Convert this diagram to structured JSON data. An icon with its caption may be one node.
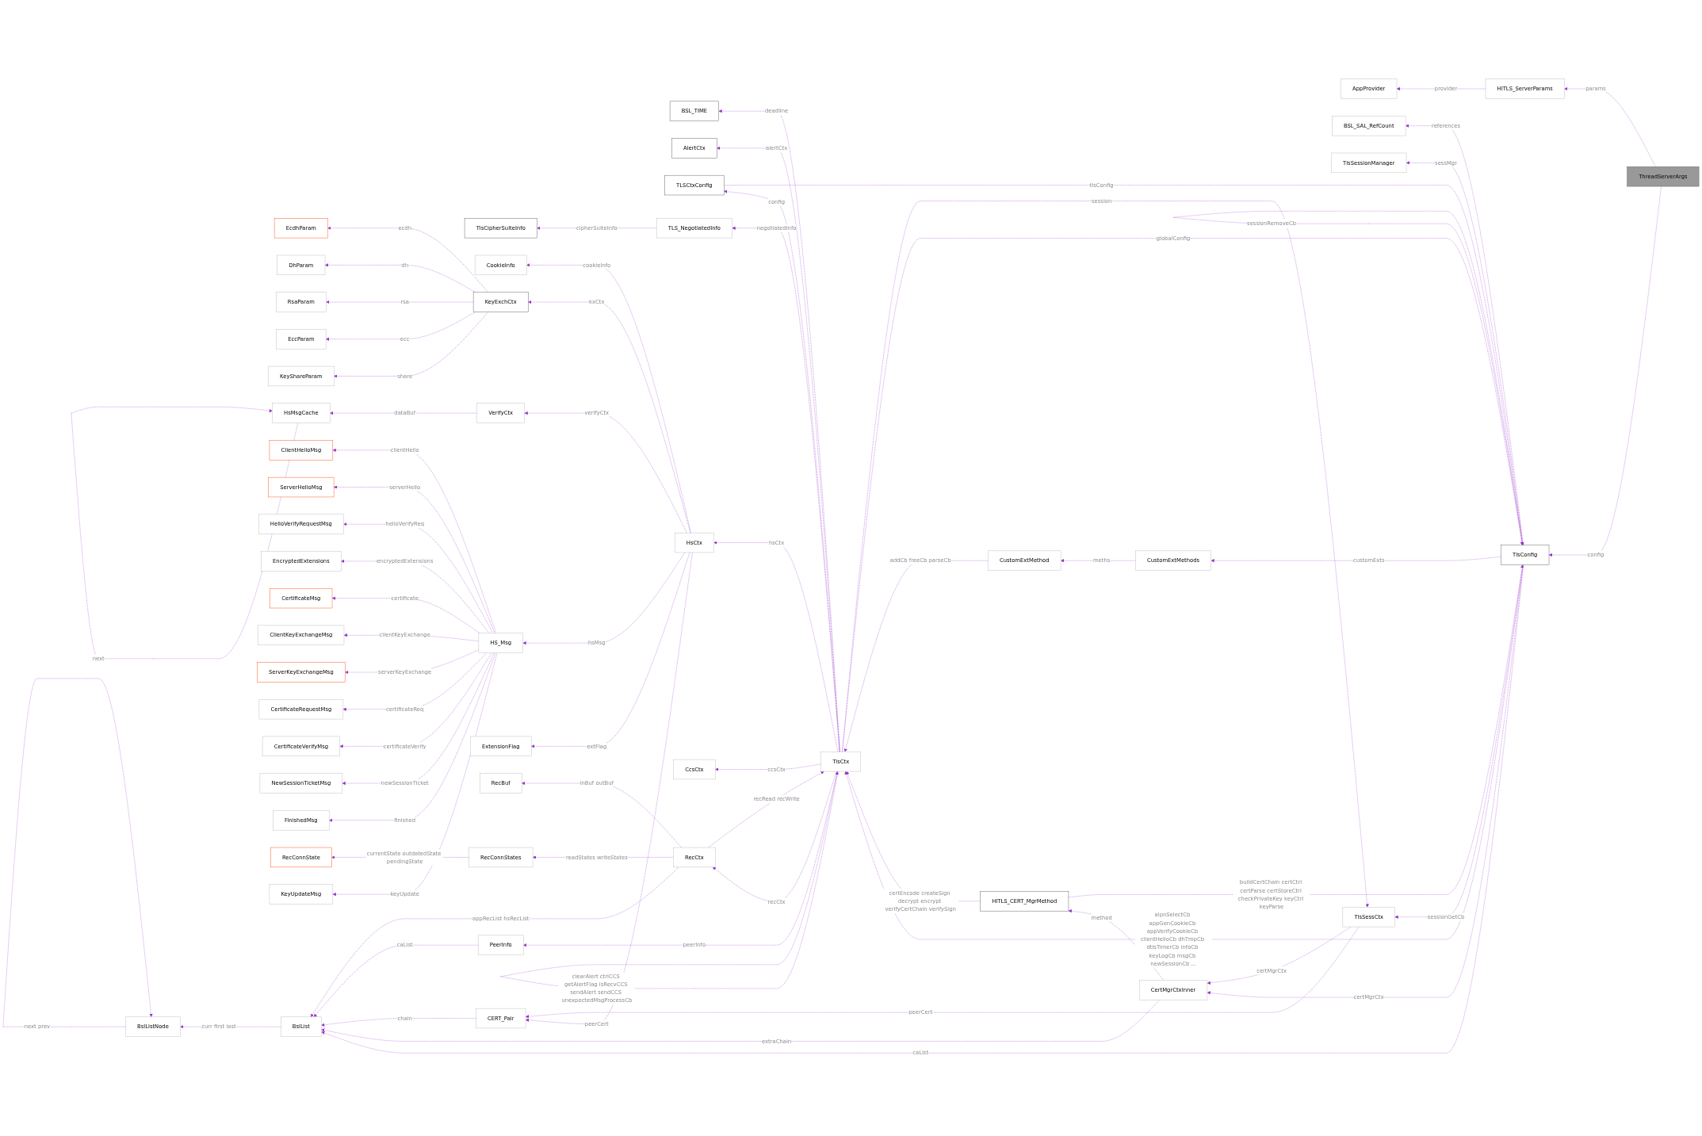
{
  "diagram": {
    "nodes": [
      {
        "text": [
          "AppProvider"
        ]
      },
      {
        "text": [
          "HITLS_ServerParams"
        ]
      },
      {
        "text": [
          "ThreadServerArgs"
        ]
      },
      {
        "text": [
          "BSL_SAL_RefCount"
        ]
      },
      {
        "text": [
          "TlsSessionManager"
        ]
      },
      {
        "text": [
          "EcdhParam"
        ]
      },
      {
        "text": [
          "TlsConfig"
        ]
      },
      {
        "text": [
          "DhParam"
        ]
      },
      {
        "text": [
          "RsaParam"
        ]
      },
      {
        "text": [
          "EccParam"
        ]
      },
      {
        "text": [
          "HITLS_CERT_MgrMethod"
        ]
      },
      {
        "text": [
          "BSL_TIME"
        ]
      },
      {
        "text": [
          "AlertCtx"
        ]
      },
      {
        "text": [
          "KeyShareParam"
        ]
      },
      {
        "text": [
          "CertMgrCtxInner"
        ]
      },
      {
        "text": [
          "HsMsgCache"
        ]
      },
      {
        "text": [
          "TlsCipherSuiteInfo"
        ]
      },
      {
        "text": [
          "CookieInfo"
        ]
      },
      {
        "text": [
          "ClientHelloMsg"
        ]
      },
      {
        "text": [
          "KeyExchCtx"
        ]
      },
      {
        "text": [
          "CustomExtMethods"
        ]
      },
      {
        "text": [
          "ServerHelloMsg"
        ]
      },
      {
        "text": [
          "VerifyCtx"
        ]
      },
      {
        "text": [
          "HelloVerifyRequestMsg"
        ]
      },
      {
        "text": [
          "EncryptedExtensions"
        ]
      },
      {
        "text": [
          "TLSCtxConfig"
        ]
      },
      {
        "text": [
          "CertificateMsg"
        ]
      },
      {
        "text": [
          "CustomExtMethod"
        ]
      },
      {
        "text": [
          "TlsCtx"
        ]
      },
      {
        "text": [
          "TlsSessCtx"
        ]
      },
      {
        "text": [
          "TLS_NegotiatedInfo"
        ]
      },
      {
        "text": [
          "ClientKeyExchangeMsg"
        ]
      },
      {
        "text": [
          "HS_Msg"
        ]
      },
      {
        "text": [
          "HsCtx"
        ]
      },
      {
        "text": [
          "ServerKeyExchangeMsg"
        ]
      },
      {
        "text": [
          "ExtensionFlag"
        ]
      },
      {
        "text": [
          "CcsCtx"
        ]
      },
      {
        "text": [
          "CertificateRequestMsg"
        ]
      },
      {
        "text": [
          "CertificateVerifyMsg"
        ]
      },
      {
        "text": [
          "NewSessionTicketMsg"
        ]
      },
      {
        "text": [
          "RecBuf"
        ]
      },
      {
        "text": [
          "RecCtx"
        ]
      },
      {
        "text": [
          "FinishedMsg"
        ]
      },
      {
        "text": [
          "RecConnState"
        ]
      },
      {
        "text": [
          "RecConnStates"
        ]
      },
      {
        "text": [
          "KeyUpdateMsg"
        ]
      },
      {
        "text": [
          "BslListNode"
        ]
      },
      {
        "text": [
          "BslList"
        ]
      },
      {
        "text": [
          "CERT_Pair"
        ]
      },
      {
        "text": [
          "PeerInfo"
        ]
      }
    ],
    "edges": [
      {
        "from": 1,
        "to": 0,
        "arrow": "to",
        "label": "provider",
        "style": "dashed"
      },
      {
        "from": 2,
        "to": 1,
        "arrow": "to",
        "label": "params",
        "style": "dashed"
      },
      {
        "from": 2,
        "to": 6,
        "arrow": "to",
        "label": "config",
        "style": "dashed"
      },
      {
        "from": 6,
        "to": 3,
        "arrow": "to",
        "label": "references",
        "style": "dashed"
      },
      {
        "from": 6,
        "to": 4,
        "arrow": "to",
        "label": "sessMgr",
        "style": "dashed"
      },
      {
        "from": 6,
        "to": 6,
        "arrow": "to",
        "label": "sessionRemoveCb",
        "style": "dashed"
      },
      {
        "from": 6,
        "to": 29,
        "arrow": "to",
        "label": "sessionGetCb",
        "style": "dashed"
      },
      {
        "from": 6,
        "to": 14,
        "arrow": "to",
        "label": "certMgrCtx",
        "style": "dashed"
      },
      {
        "from": 10,
        "to": 6,
        "arrow": "to",
        "label": "buildCertChain certCtrl certParse certStoreCtrl checkPrivateKey keyCtrl keyParse",
        "style": "dashed"
      },
      {
        "from": 28,
        "to": 6,
        "arrow": "to",
        "label": "globalConfig",
        "style": "dashed"
      },
      {
        "from": 6,
        "to": 20,
        "arrow": "to",
        "label": "customExts",
        "style": "dashed"
      },
      {
        "from": 6,
        "to": 47,
        "arrow": "to",
        "label": "caList",
        "style": "dashed"
      },
      {
        "from": 6,
        "to": 28,
        "arrow": "to",
        "label": "alpnSelectCb appGenCookieCb appVerifyCookieCb clientHelloCb dhTmpCb dtlsTimerCb infoCb keyLogCb msgCb newSessionCb ...",
        "style": "dashed"
      },
      {
        "from": 19,
        "to": 5,
        "arrow": "to",
        "label": "ecdh",
        "style": "dashed"
      },
      {
        "from": 19,
        "to": 7,
        "arrow": "to",
        "label": "dh",
        "style": "dashed"
      },
      {
        "from": 19,
        "to": 8,
        "arrow": "to",
        "label": "rsa",
        "style": "dashed"
      },
      {
        "from": 19,
        "to": 9,
        "arrow": "to",
        "label": "ecc",
        "style": "dashed"
      },
      {
        "from": 19,
        "to": 13,
        "arrow": "to",
        "label": "share",
        "style": "dashed"
      },
      {
        "from": 15,
        "to": 15,
        "arrow": "to",
        "label": "next",
        "style": "dashed"
      },
      {
        "from": 22,
        "to": 15,
        "arrow": "to",
        "label": "dataBuf",
        "style": "dashed"
      },
      {
        "from": 32,
        "to": 18,
        "arrow": "to",
        "label": "clientHello",
        "style": "dashed"
      },
      {
        "from": 32,
        "to": 21,
        "arrow": "to",
        "label": "serverHello",
        "style": "dashed"
      },
      {
        "from": 32,
        "to": 23,
        "arrow": "to",
        "label": "helloVerifyReq",
        "style": "dashed"
      },
      {
        "from": 32,
        "to": 24,
        "arrow": "to",
        "label": "encryptedExtensions",
        "style": "dashed"
      },
      {
        "from": 32,
        "to": 26,
        "arrow": "to",
        "label": "certificate",
        "style": "dashed"
      },
      {
        "from": 32,
        "to": 31,
        "arrow": "to",
        "label": "clientKeyExchange",
        "style": "dashed"
      },
      {
        "from": 32,
        "to": 34,
        "arrow": "to",
        "label": "serverKeyExchange",
        "style": "dashed"
      },
      {
        "from": 32,
        "to": 37,
        "arrow": "to",
        "label": "certificateReq",
        "style": "dashed"
      },
      {
        "from": 32,
        "to": 38,
        "arrow": "to",
        "label": "certificateVerify",
        "style": "dashed"
      },
      {
        "from": 32,
        "to": 39,
        "arrow": "to",
        "label": "newSessionTicket",
        "style": "dashed"
      },
      {
        "from": 32,
        "to": 42,
        "arrow": "to",
        "label": "finished",
        "style": "dashed"
      },
      {
        "from": 32,
        "to": 45,
        "arrow": "to",
        "label": "keyUpdate",
        "style": "dashed"
      },
      {
        "from": 10,
        "to": 28,
        "arrow": "to",
        "label": "certEncode createSign decrypt encrypt verifyCertChain verifySign",
        "style": "dashed"
      },
      {
        "from": 14,
        "to": 10,
        "arrow": "to",
        "label": "method",
        "style": "dashed"
      },
      {
        "from": 28,
        "to": 11,
        "arrow": "to",
        "label": "deadline",
        "style": "dashed"
      },
      {
        "from": 28,
        "to": 12,
        "arrow": "to",
        "label": "alertCtx",
        "style": "dashed"
      },
      {
        "from": 28,
        "to": 28,
        "arrow": "to",
        "label": "clearAlert ctrlCCS getAlertFlag isRecvCCS sendAlert sendCCS unexpectedMsgProcessCb",
        "style": "dashed"
      },
      {
        "from": 25,
        "to": 6,
        "arrow": "to",
        "label": "tlsConfig",
        "style": "dashed"
      },
      {
        "from": 30,
        "to": 16,
        "arrow": "to",
        "label": "cipherSuiteInfo",
        "style": "dashed"
      },
      {
        "from": 33,
        "to": 17,
        "arrow": "to",
        "label": "cookieInfo",
        "style": "dashed"
      },
      {
        "from": 33,
        "to": 19,
        "arrow": "to",
        "label": "kxCtx",
        "style": "dashed"
      },
      {
        "from": 33,
        "to": 22,
        "arrow": "to",
        "label": "verifyCtx",
        "style": "dashed"
      },
      {
        "from": 20,
        "to": 27,
        "arrow": "to",
        "label": "meths",
        "style": "dashed"
      },
      {
        "from": 27,
        "to": 28,
        "arrow": "to",
        "label": "addCb freeCb parseCb",
        "style": "dashed"
      },
      {
        "from": 29,
        "to": 14,
        "arrow": "to",
        "label": "certMgrCtx",
        "style": "dashed"
      },
      {
        "from": 28,
        "to": 25,
        "arrow": "to",
        "label": "config",
        "style": "dashed"
      },
      {
        "from": 28,
        "to": 30,
        "arrow": "to",
        "label": "negotiatedInfo",
        "style": "dashed"
      },
      {
        "from": 28,
        "to": 33,
        "arrow": "to",
        "label": "hsCtx",
        "style": "dashed"
      },
      {
        "from": 28,
        "to": 29,
        "arrow": "to",
        "label": "session",
        "style": "dashed"
      },
      {
        "from": 33,
        "to": 32,
        "arrow": "to",
        "label": "hsMsg",
        "style": "dashed"
      },
      {
        "from": 33,
        "to": 35,
        "arrow": "to",
        "label": "extFlag",
        "style": "dashed"
      },
      {
        "from": 33,
        "to": 48,
        "arrow": "to",
        "label": "peerCert",
        "style": "dashed"
      },
      {
        "from": 28,
        "to": 36,
        "arrow": "to",
        "label": "ccsCtx",
        "style": "dashed"
      },
      {
        "from": 14,
        "to": 47,
        "arrow": "to",
        "label": "extraChain",
        "style": "dashed"
      },
      {
        "from": 28,
        "to": 49,
        "arrow": "to",
        "label": "peerInfo",
        "style": "dashed"
      },
      {
        "from": 28,
        "to": 41,
        "arrow": "to",
        "label": "recCtx",
        "style": "dashed"
      },
      {
        "from": 41,
        "to": 28,
        "arrow": "to",
        "label": "recRead recWrite",
        "style": "dashed"
      },
      {
        "from": 41,
        "to": 40,
        "arrow": "to",
        "label": "inBuf outBuf",
        "style": "dashed"
      },
      {
        "from": 41,
        "to": 44,
        "arrow": "to",
        "label": "readStates writeStates",
        "style": "dashed"
      },
      {
        "from": 44,
        "to": 43,
        "arrow": "to",
        "label": "currentState outdatedState pendingState",
        "style": "dashed"
      },
      {
        "from": 46,
        "to": 46,
        "arrow": "to",
        "label": "next prev",
        "style": "dashed"
      },
      {
        "from": 47,
        "to": 46,
        "arrow": "to",
        "label": "curr first last",
        "style": "dashed"
      },
      {
        "from": 48,
        "to": 47,
        "arrow": "to",
        "label": "chain",
        "style": "dashed"
      },
      {
        "from": 29,
        "to": 48,
        "arrow": "to",
        "label": "peerCert",
        "style": "dashed"
      },
      {
        "from": 49,
        "to": 47,
        "arrow": "to",
        "label": "caList",
        "style": "dashed"
      },
      {
        "from": 41,
        "to": 47,
        "arrow": "to",
        "label": "appRecList hsRecList",
        "style": "dashed"
      }
    ]
  }
}
